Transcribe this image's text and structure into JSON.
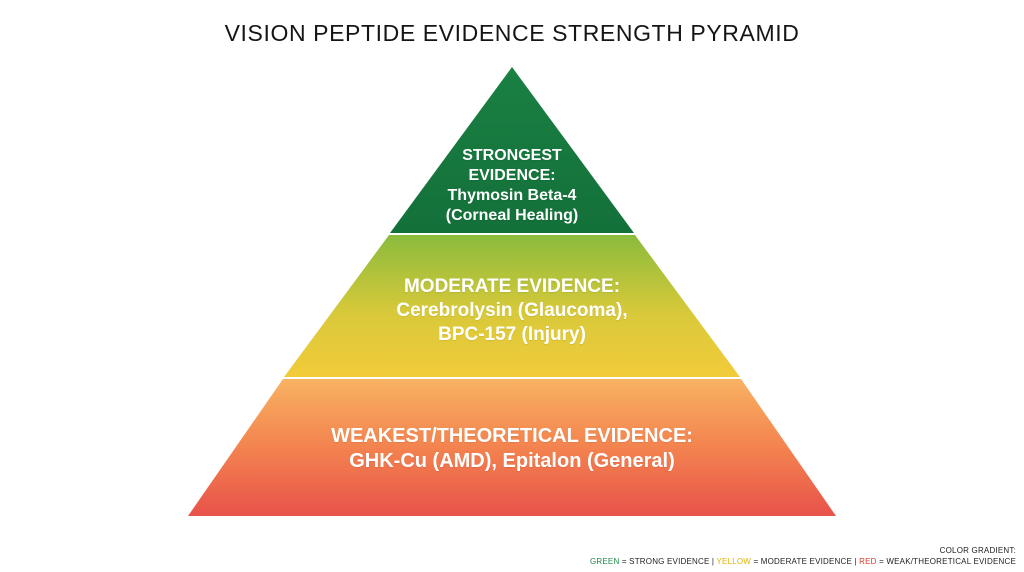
{
  "title": "VISION PEPTIDE EVIDENCE STRENGTH PYRAMID",
  "tiers": [
    {
      "level": "top",
      "lines": [
        "STRONGEST",
        "EVIDENCE:",
        "Thymosin Beta-4",
        "(Corneal Healing)"
      ],
      "color": "#167a40"
    },
    {
      "level": "middle",
      "lines": [
        "MODERATE EVIDENCE:",
        "Cerebrolysin (Glaucoma),",
        "BPC-157 (Injury)"
      ],
      "color_top": "#8dbb3c",
      "color_bottom": "#f0cc3a"
    },
    {
      "level": "bottom",
      "lines": [
        "WEAKEST/THEORETICAL EVIDENCE:",
        "GHK-Cu (AMD), Epitalon (General)"
      ],
      "color_top": "#f7a35c",
      "color_bottom": "#e8544d"
    }
  ],
  "legend": {
    "heading": "COLOR GRADIENT:",
    "green_word": "GREEN",
    "green_desc": " = STRONG EVIDENCE | ",
    "yellow_word": "YELLOW",
    "yellow_desc": " = MODERATE EVIDENCE | ",
    "red_word": "RED",
    "red_desc": " = WEAK/THEORETICAL EVIDENCE",
    "green_color": "#1f8a47",
    "yellow_color": "#e3b400",
    "red_color": "#d83a32"
  }
}
